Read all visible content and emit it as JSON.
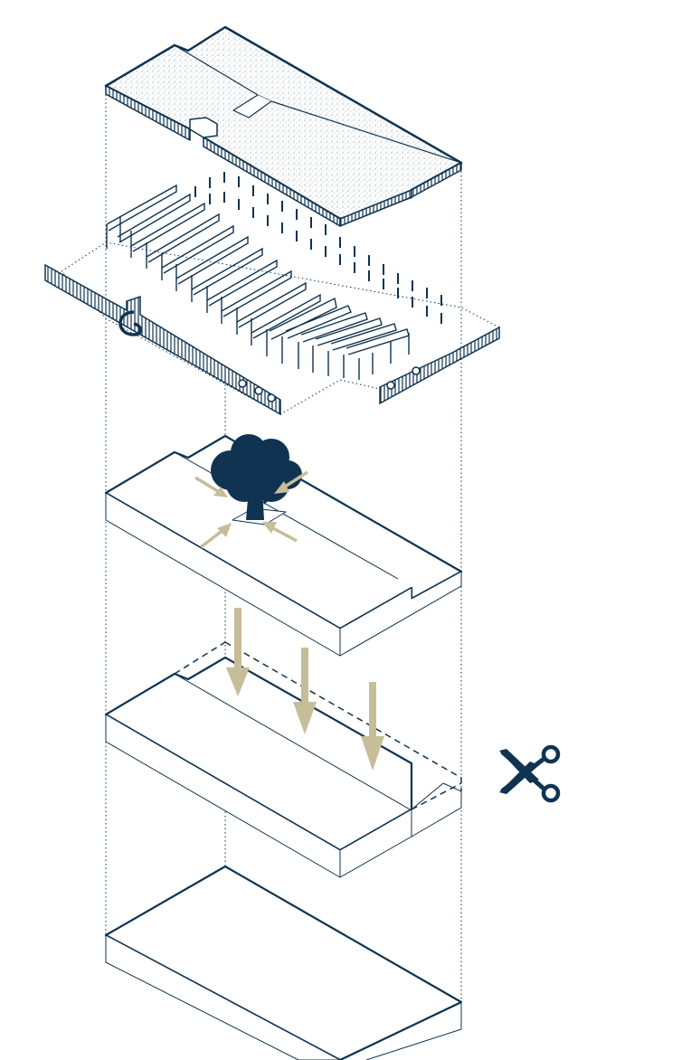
{
  "colors": {
    "ink": "#0f3350",
    "accent_arrow": "#c6bd99",
    "roof_fill": "#dde4ea",
    "background": "#ffffff"
  },
  "layers": [
    {
      "id": "roof",
      "description_icon": "roof-slab"
    },
    {
      "id": "structure",
      "description_icon": "frame-columns"
    },
    {
      "id": "courtyard",
      "description_icon": "tree-icon"
    },
    {
      "id": "cut",
      "description_icon": "scissors-icon"
    },
    {
      "id": "base",
      "description_icon": "base-volume"
    }
  ],
  "icons": [
    "tree-icon",
    "scissors-icon",
    "arrow-icons"
  ]
}
